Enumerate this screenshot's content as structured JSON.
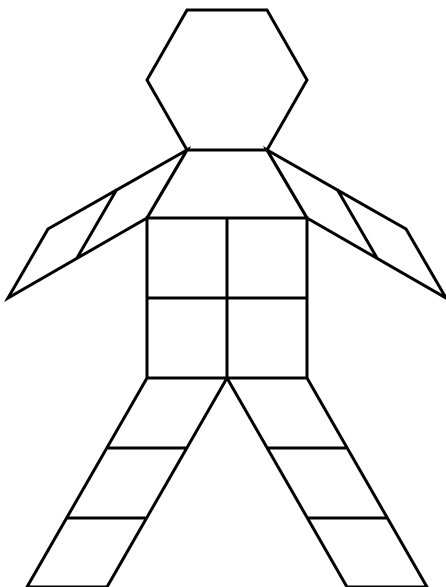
{
  "figure": {
    "parts": [
      "head-hexagon",
      "torso-trapezoid",
      "left-arm-parallelogram",
      "right-arm-parallelogram",
      "body-square",
      "left-leg-parallelogram",
      "right-leg-parallelogram"
    ]
  },
  "style": {
    "stroke": "#000000",
    "background": "#ffffff"
  }
}
